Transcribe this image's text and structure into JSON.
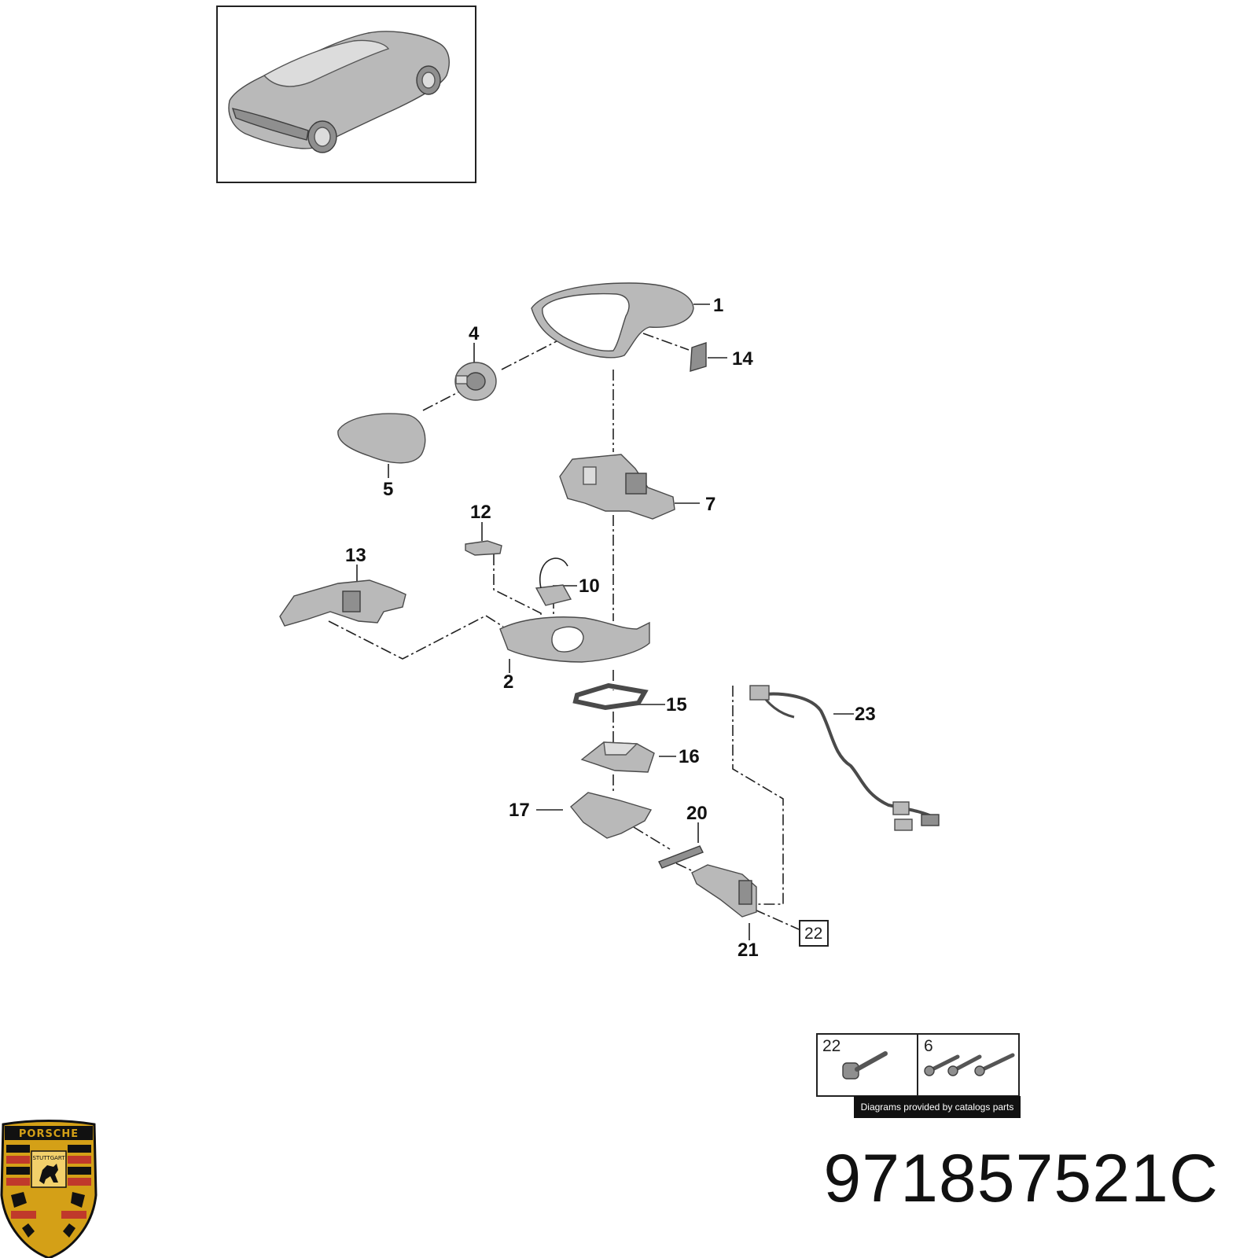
{
  "callouts": {
    "c1": "1",
    "c2": "2",
    "c4": "4",
    "c5": "5",
    "c7": "7",
    "c10": "10",
    "c12": "12",
    "c13": "13",
    "c14": "14",
    "c15": "15",
    "c16": "16",
    "c17": "17",
    "c20": "20",
    "c21": "21",
    "c22_boxed": "22",
    "c23": "23"
  },
  "hardware_box": {
    "cell_left_label": "22",
    "cell_right_label": "6",
    "credit": "Diagrams provided by catalogs parts"
  },
  "part_number": "971857521C",
  "logo": {
    "brand_text": "PORSCHE",
    "city_text": "STUTTGART",
    "colors": {
      "gold": "#d4a017",
      "red": "#c0392b",
      "black": "#111111"
    }
  },
  "colors": {
    "part_fill": "#b9b9b9",
    "line": "#222222"
  }
}
